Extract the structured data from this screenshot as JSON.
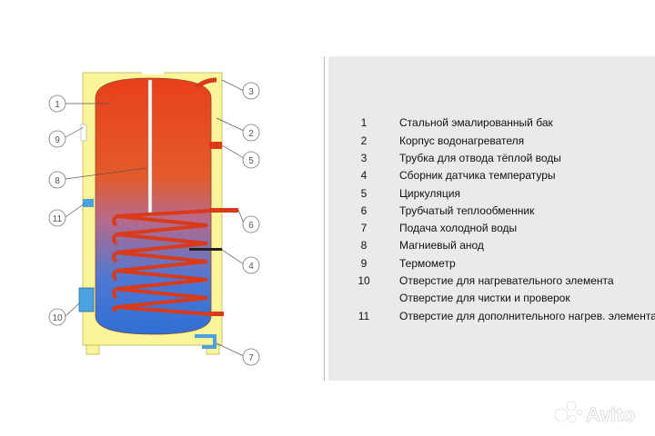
{
  "legend": [
    {
      "num": "1",
      "text": "Стальной эмалированный бак"
    },
    {
      "num": "2",
      "text": "Корпус водонагревателя"
    },
    {
      "num": "3",
      "text": "Трубка для отвода тёплой воды"
    },
    {
      "num": "4",
      "text": "Сборник датчика температуры"
    },
    {
      "num": "5",
      "text": "Циркуляция"
    },
    {
      "num": "6",
      "text": "Трубчатый теплообменник"
    },
    {
      "num": "7",
      "text": "Подача холодной воды"
    },
    {
      "num": "8",
      "text": "Магниевый анод"
    },
    {
      "num": "9",
      "text": "Термометр"
    },
    {
      "num": "10",
      "text": "Отверстие для нагревательного элемента"
    },
    {
      "num": "",
      "text": "Отверстие для чистки и проверок"
    },
    {
      "num": "11",
      "text": "Отверстие для дополнительного нагрев. элемента"
    }
  ],
  "callouts": [
    "1",
    "2",
    "3",
    "4",
    "5",
    "6",
    "7",
    "8",
    "9",
    "10",
    "11"
  ],
  "watermark": {
    "text": "Avito"
  },
  "colors": {
    "casing": "#fbf59a",
    "tank_hot": "#e8401c",
    "tank_cold": "#2f6fd6",
    "pipe": "#d83a1a",
    "accent_blue": "#4aa3e0"
  }
}
